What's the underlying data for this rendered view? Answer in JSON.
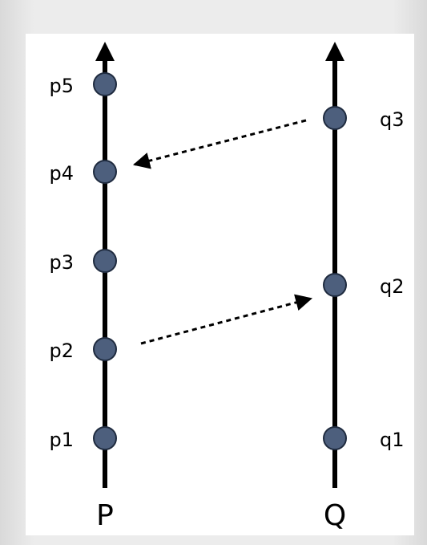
{
  "processes": [
    {
      "id": "P",
      "label": "P",
      "events": [
        "p1",
        "p2",
        "p3",
        "p4",
        "p5"
      ]
    },
    {
      "id": "Q",
      "label": "Q",
      "events": [
        "q1",
        "q2",
        "q3"
      ]
    }
  ],
  "messages": [
    {
      "from": "p2",
      "to": "q2"
    },
    {
      "from": "q3",
      "to": "p4"
    }
  ],
  "colors": {
    "event_fill": "#4d5f7d",
    "event_stroke": "#1f2b3f",
    "line": "#000000"
  }
}
